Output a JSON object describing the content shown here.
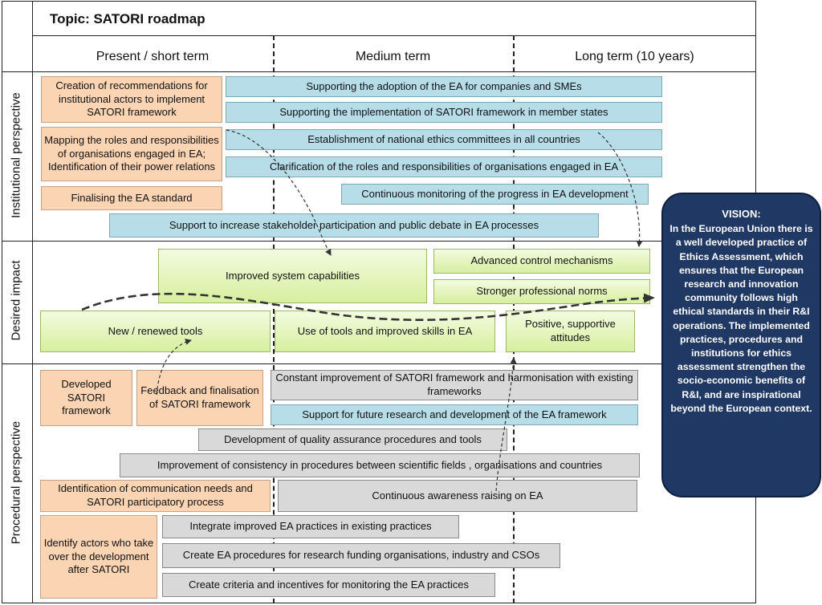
{
  "topic": "Topic: SATORI roadmap",
  "columns": {
    "present": "Present / short term",
    "medium": "Medium term",
    "long": "Long term (10 years)"
  },
  "rows": {
    "institutional": "Institutional perspective",
    "impact": "Desired impact",
    "procedural": "Procedural perspective"
  },
  "institutional": {
    "rec": "Creation of recommendations for institutional actors to implement SATORI framework",
    "mapping": "Mapping the roles and responsibilities of organisations engaged in EA; Identification of their power relations",
    "standard": "Finalising the EA standard",
    "adoption": "Supporting the adoption of the EA for companies and SMEs",
    "implementation": "Supporting the implementation of SATORI framework in member states",
    "committees": "Establishment of national ethics committees in all countries",
    "clarification": "Clarification of  the roles and responsibilities of organisations engaged in EA",
    "monitoring": "Continuous monitoring of the progress in EA development",
    "participation": "Support to increase stakeholder participation and public debate in EA processes"
  },
  "impact": {
    "system": "Improved system capabilities",
    "control": "Advanced control mechanisms",
    "norms": "Stronger professional norms",
    "tools": "New / renewed tools",
    "skills": "Use of tools and improved  skills in EA",
    "attitudes": "Positive, supportive attitudes"
  },
  "procedural": {
    "developed": "Developed SATORI framework",
    "feedback": "Feedback and finalisation of SATORI framework",
    "constant": "Constant improvement  of SATORI framework  and harmonisation with existing frameworks",
    "future": "Support for future research and development  of the EA framework",
    "quality": "Development of quality assurance procedures and tools",
    "consistency": "Improvement of consistency in procedures between scientific fields , organisations and  countries",
    "communication": "Identification of communication needs and SATORI participatory process",
    "awareness": "Continuous awareness raising on EA",
    "actors": "Identify actors who take over the development after SATORI",
    "integrate": "Integrate improved EA practices in existing practices",
    "procedures": "Create EA procedures for research funding organisations, industry and CSOs",
    "criteria": "Create criteria and incentives for monitoring the EA practices"
  },
  "vision": {
    "title": "VISION:",
    "text": "In the European Union there is a well developed practice of Ethics Assessment, which ensures that the European research and innovation community follows high ethical standards in their R&I operations. The implemented practices, procedures and institutions for ethics assessment strengthen the socio-economic benefits of R&I, and are inspirational beyond the European context."
  },
  "colors": {
    "orange": "#fbd4b4",
    "blue": "#b7dde8",
    "green": "#d7ef9f",
    "grey": "#d9d9d9",
    "vision": "#1f3864"
  }
}
